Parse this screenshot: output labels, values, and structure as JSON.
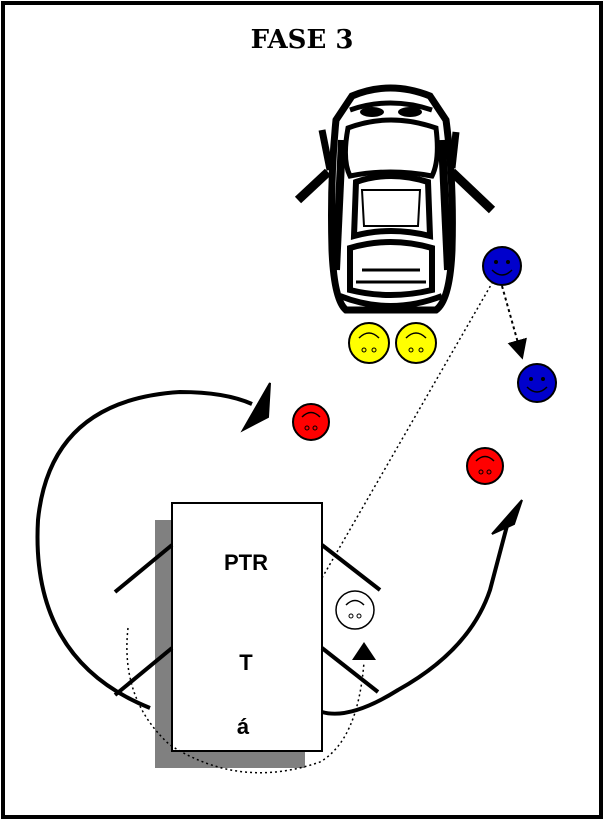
{
  "title": "FASE 3",
  "vehicle": {
    "labels": [
      "PTR",
      "T",
      "á"
    ]
  },
  "colors": {
    "frame": "#000000",
    "background": "#ffffff",
    "shadow": "#808080",
    "blue": "#0000cc",
    "yellow": "#ffff00",
    "red": "#ff0000",
    "white": "#ffffff"
  },
  "figures": [
    {
      "kind": "blue-smiley",
      "color": "blue"
    },
    {
      "kind": "blue-smiley",
      "color": "blue"
    },
    {
      "kind": "yellow-face",
      "color": "yellow"
    },
    {
      "kind": "yellow-face",
      "color": "yellow"
    },
    {
      "kind": "red-face",
      "color": "red"
    },
    {
      "kind": "red-face",
      "color": "red"
    },
    {
      "kind": "white-face",
      "color": "white"
    }
  ],
  "icons": [
    "car-top-view-icon",
    "arrowhead-icon",
    "face-icon"
  ]
}
